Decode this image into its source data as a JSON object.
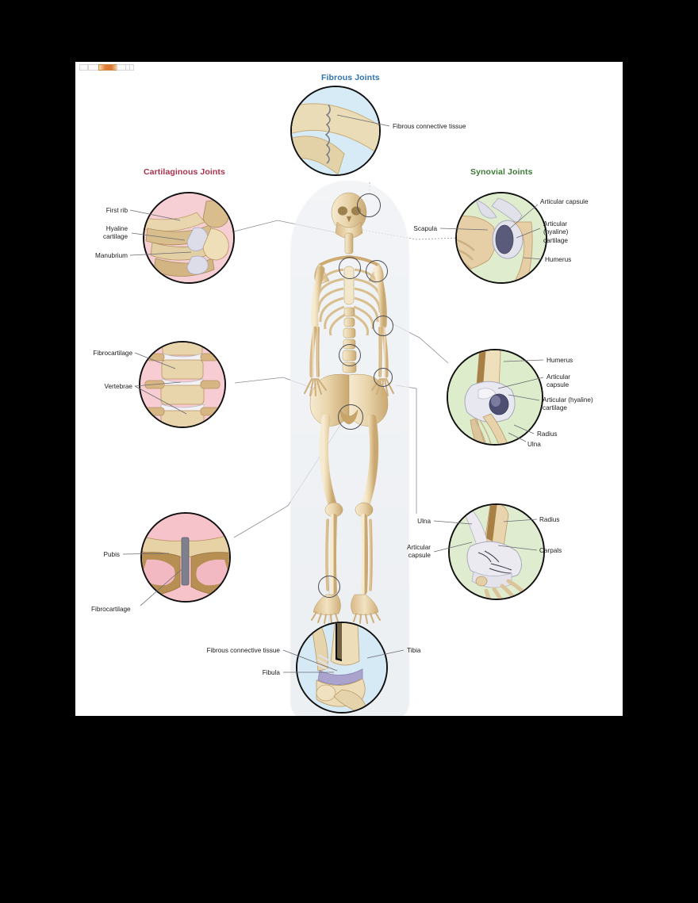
{
  "page": {
    "background_color": "#000000",
    "paper_color": "#ffffff",
    "figure_type": "labeled anatomical illustration of joint classifications"
  },
  "headings": [
    {
      "id": "fibrous",
      "text": "Fibrous Joints",
      "color": "#2f73ad"
    },
    {
      "id": "cartilaginous",
      "text": "Cartilaginous Joints",
      "color": "#a8314c"
    },
    {
      "id": "synovial",
      "text": "Synovial Joints",
      "color": "#3d7a35"
    }
  ],
  "insets": [
    {
      "id": "skull-suture",
      "group": "fibrous",
      "background_color": "#d7ebf7",
      "labels": [
        "Fibrous connective tissue"
      ]
    },
    {
      "id": "sternoclavicular",
      "group": "cartilaginous",
      "background_color": "#f6cfd4",
      "labels": [
        "First rib",
        "Hyaline\ncartilage",
        "Manubrium"
      ]
    },
    {
      "id": "intervertebral",
      "group": "cartilaginous",
      "background_color": "#f7ccd3",
      "labels": [
        "Fibrocartilage",
        "Vertebrae"
      ]
    },
    {
      "id": "pubic-symphysis",
      "group": "cartilaginous",
      "background_color": "#f7c3cb",
      "labels": [
        "Pubis",
        "Fibrocartilage"
      ]
    },
    {
      "id": "shoulder",
      "group": "synovial",
      "background_color": "#dfeccd",
      "labels": [
        "Scapula",
        "Articular capsule",
        "Articular\n(hyaline)\ncartilage",
        "Humerus"
      ]
    },
    {
      "id": "elbow",
      "group": "synovial",
      "background_color": "#ddeccb",
      "labels": [
        "Humerus",
        "Articular\ncapsule",
        "Articular (hyaline)\ncartilage",
        "Radius",
        "Ulna"
      ]
    },
    {
      "id": "wrist",
      "group": "synovial",
      "background_color": "#dfecd0",
      "labels": [
        "Ulna",
        "Radius",
        "Articular\ncapsule",
        "Carpals"
      ]
    },
    {
      "id": "ankle",
      "group": "fibrous",
      "background_color": "#d6eaf6",
      "labels": [
        "Fibrous connective tissue",
        "Fibula",
        "Tibia"
      ]
    }
  ],
  "labels": {
    "fibrous_connective_tissue": "Fibrous connective tissue",
    "first_rib": "First rib",
    "hyaline_cartilage": "Hyaline\ncartilage",
    "manubrium": "Manubrium",
    "fibrocartilage": "Fibrocartilage",
    "vertebrae": "Vertebrae",
    "pubis": "Pubis",
    "fibrocartilage2": "Fibrocartilage",
    "scapula": "Scapula",
    "articular_capsule": "Articular capsule",
    "articular_hyaline_cartilage": "Articular\n(hyaline)\ncartilage",
    "humerus": "Humerus",
    "humerus2": "Humerus",
    "articular_capsule2": "Articular\ncapsule",
    "articular_hyaline_cartilage2": "Articular (hyaline)\ncartilage",
    "radius": "Radius",
    "ulna": "Ulna",
    "ulna2": "Ulna",
    "radius2": "Radius",
    "articular_capsule3": "Articular\ncapsule",
    "carpals": "Carpals",
    "fibrous_connective_tissue2": "Fibrous connective tissue",
    "fibula": "Fibula",
    "tibia": "Tibia"
  },
  "colors": {
    "bone": "#e8d4a8",
    "bone_light": "#f3e5c6",
    "bone_shadow": "#c9a86e",
    "cartilage": "#d9dae8",
    "leader_line": "#6a6a72",
    "circle_outline": "#111111"
  }
}
